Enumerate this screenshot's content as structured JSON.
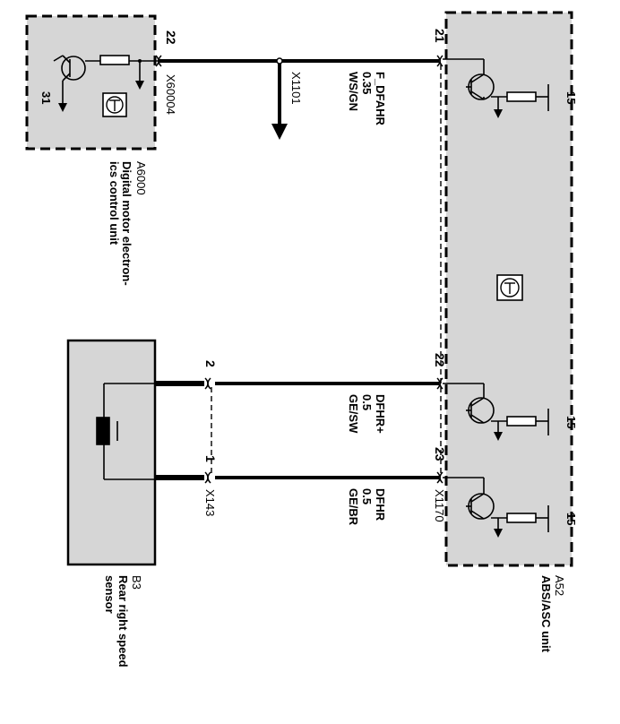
{
  "components": {
    "ecu": {
      "id": "A6000",
      "name_line1": "Digital motor electron-",
      "name_line2": "ics control unit",
      "connector": "X60004",
      "pin": "22",
      "ground_pin": "31"
    },
    "abs": {
      "id": "A52",
      "name": "ABS/ASC unit",
      "pin_top": "21",
      "pin_mid": "22",
      "pin_low": "23",
      "connector": "X1170",
      "supply_label": "15"
    },
    "sensor": {
      "id": "B3",
      "name_line1": "Rear right speed",
      "name_line2": "sensor",
      "connector": "X143",
      "pin_a": "2",
      "pin_b": "1"
    }
  },
  "wires": [
    {
      "signal": "F_DFAHR",
      "gauge": "0.35",
      "color": "WS/GN"
    },
    {
      "signal": "DFHR+",
      "gauge": "0.5",
      "color": "GE/SW"
    },
    {
      "signal": "DFHR",
      "gauge": "0.5",
      "color": "GE/BR"
    }
  ],
  "splice": {
    "id": "X1101"
  }
}
